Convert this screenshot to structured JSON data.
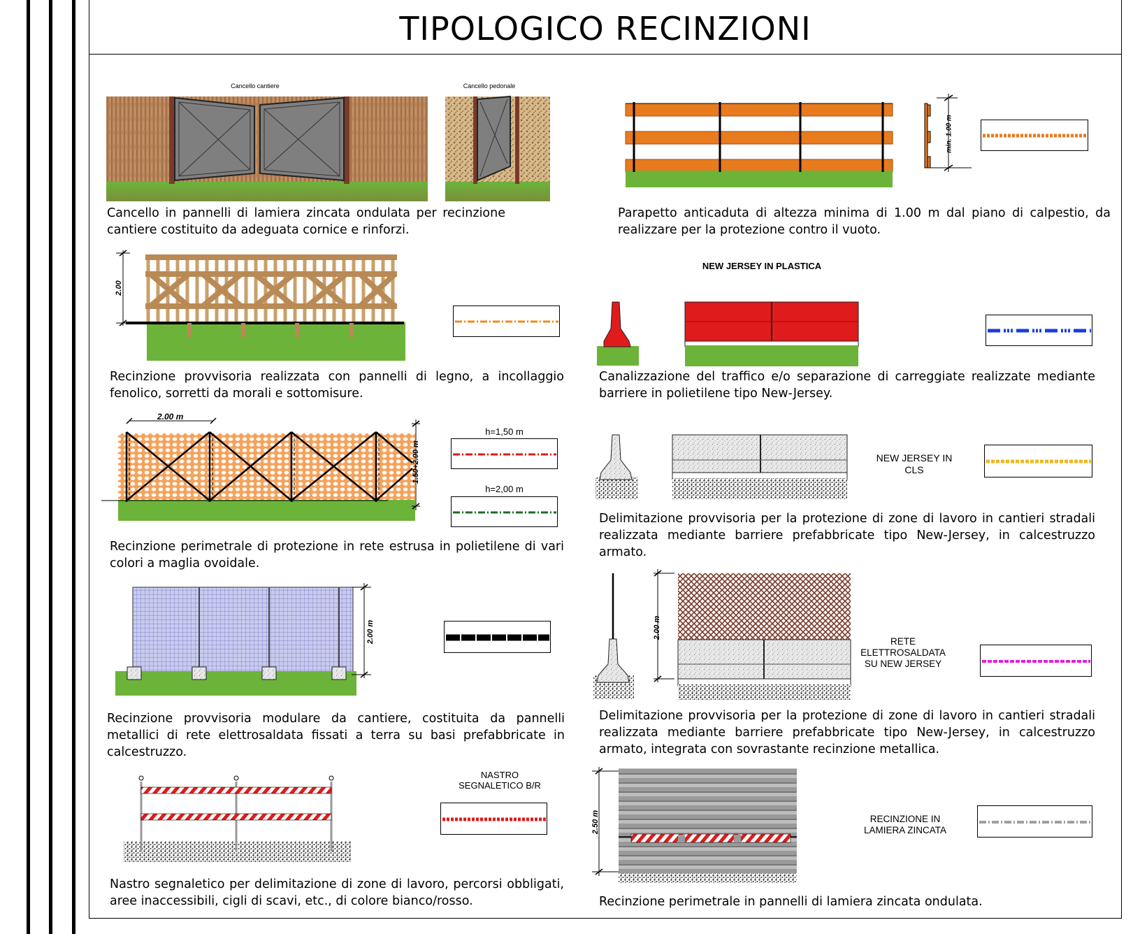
{
  "title": "TIPOLOGICO RECINZIONI",
  "items": {
    "cancello": {
      "label_cantiere": "Cancello cantiere",
      "label_pedonale": "Cancello pedonale",
      "caption": "Cancello in pannelli di lamiera zincata ondulata per recinzione cantiere costituito da adeguata cornice e rinforzi."
    },
    "parapetto": {
      "dim": "min. 1.00 m",
      "caption": "Parapetto anticaduta di altezza minima di 1.00 m dal piano di calpestio, da realizzare per la protezione contro il vuoto.",
      "legend_color": "#e87b1e"
    },
    "legno": {
      "dim": "2.00",
      "caption": "Recinzione provvisoria realizzata con pannelli di legno, a incollaggio fenolico, sorretti da morali e sottomisure.",
      "legend_color": "#f08a1c"
    },
    "nj_plastica": {
      "heading": "NEW JERSEY IN  PLASTICA",
      "caption": "Canalizzazione del traffico e/o separazione di carreggiate realizzate mediante barriere in polietilene tipo New-Jersey.",
      "legend_color": "#1a3de0"
    },
    "rete_estrusa": {
      "dim_width": "2.00 m",
      "dim_height": "1.50÷2.00 m",
      "legend_a": "h=1,50 m",
      "legend_b": "h=2,00 m",
      "legend_a_color": "#e01b1b",
      "legend_b_color": "#1e6b2a",
      "caption": "Recinzione perimetrale di protezione in rete estrusa in polietilene di vari colori a maglia ovoidale."
    },
    "nj_cls": {
      "label": "NEW JERSEY IN CLS",
      "caption": "Delimitazione provvisoria per la protezione di zone di lavoro in cantieri stradali realizzata mediante barriere prefabbricate tipo New-Jersey, in calcestruzzo armato.",
      "legend_color": "#f0b81a"
    },
    "modulare": {
      "dim": "2.00 m",
      "caption": "Recinzione provvisoria modulare da cantiere, costituita da pannelli metallici di rete elettrosaldata fissati a terra su basi prefabbricate in calcestruzzo.",
      "legend_color": "#000000"
    },
    "rete_nj": {
      "dim": "2.00 m",
      "label": "RETE ELETTROSALDATA SU NEW JERSEY",
      "caption": "Delimitazione provvisoria per la protezione di zone di lavoro in cantieri stradali realizzata mediante barriere prefabbricate tipo New-Jersey, in calcestruzzo armato, integrata con sovrastante recinzione metallica.",
      "legend_color": "#e020d8"
    },
    "nastro": {
      "label": "NASTRO SEGNALETICO B/R",
      "caption": "Nastro segnaletico per delimitazione di zone di lavoro, percorsi obbligati, aree inaccessibili, cigli di scavi, etc., di colore bianco/rosso.",
      "legend_color": "#e01b1b"
    },
    "lamiera": {
      "dim": "2.50 m",
      "label": "RECINZIONE IN LAMIERA ZINCATA",
      "caption": "Recinzione perimetrale in pannelli di lamiera zincata ondulata.",
      "legend_color": "#a0a0a0"
    }
  }
}
